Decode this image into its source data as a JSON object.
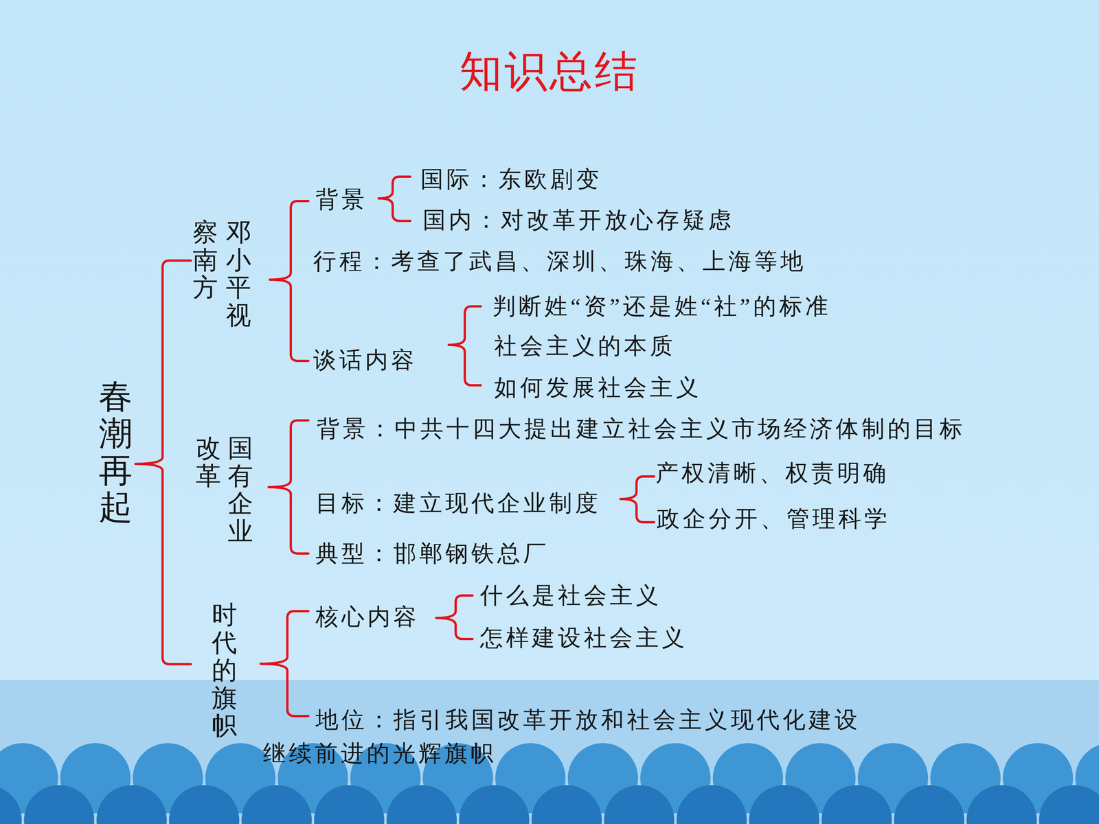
{
  "diagram": {
    "title": "知识总结",
    "labels": [
      "春潮再起",
      "邓小平视",
      "察南方",
      "背景",
      "国际：东欧剧变",
      "国内：对改革开放心存疑虑",
      "行程：考查了武昌、深圳、珠海、上海等地",
      "判断姓“资”还是姓“社”的标准",
      "社会主义的本质",
      "如何发展社会主义",
      "谈话内容",
      "国有企业",
      "改革",
      "背景：中共十四大提出建立社会主义市场经济体制的目标",
      "目标：建立现代企业制度",
      "产权清晰、权责明确",
      "政企分开、管理科学",
      "典型：邯郸钢铁总厂",
      "时代的旗帜",
      "核心内容",
      "什么是社会主义",
      "怎样建设社会主义",
      "地位：指引我国改革开放和社会主义现代化建设",
      "继续前进的光辉旗帜"
    ]
  }
}
